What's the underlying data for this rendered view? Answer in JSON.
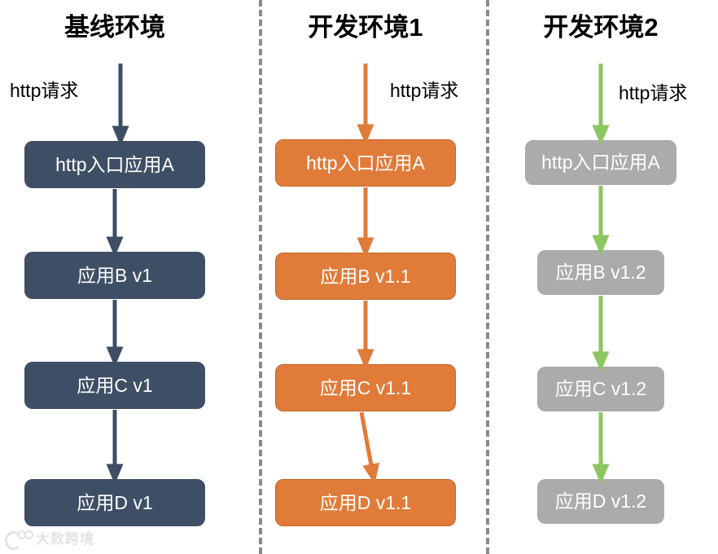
{
  "diagram": {
    "title_font_color": "#000000",
    "background": "#ffffff",
    "divider_color": "#8a8a8a"
  },
  "columns": [
    {
      "id": "baseline",
      "title": "基线环境",
      "request_label": "http请求",
      "request_label_side": "left",
      "box_color": "#3E4F65",
      "arrow_color": "#3E4F65",
      "nodes": [
        {
          "label": "http入口应用A"
        },
        {
          "label": "应用B v1"
        },
        {
          "label": "应用C v1"
        },
        {
          "label": "应用D v1"
        }
      ]
    },
    {
      "id": "dev1",
      "title": "开发环境1",
      "request_label": "http请求",
      "request_label_side": "right",
      "box_color": "#E07B39",
      "arrow_color": "#E07B39",
      "nodes": [
        {
          "label": "http入口应用A"
        },
        {
          "label": "应用B v1.1"
        },
        {
          "label": "应用C v1.1"
        },
        {
          "label": "应用D v1.1"
        }
      ]
    },
    {
      "id": "dev2",
      "title": "开发环境2",
      "request_label": "http请求",
      "request_label_side": "right",
      "box_color": "#ABABAB",
      "arrow_color": "#8CC661",
      "nodes": [
        {
          "label": "http入口应用A"
        },
        {
          "label": "应用B v1.2"
        },
        {
          "label": "应用C v1.2"
        },
        {
          "label": "应用D v1.2"
        }
      ]
    }
  ],
  "watermark": {
    "text": "大数跨境"
  }
}
